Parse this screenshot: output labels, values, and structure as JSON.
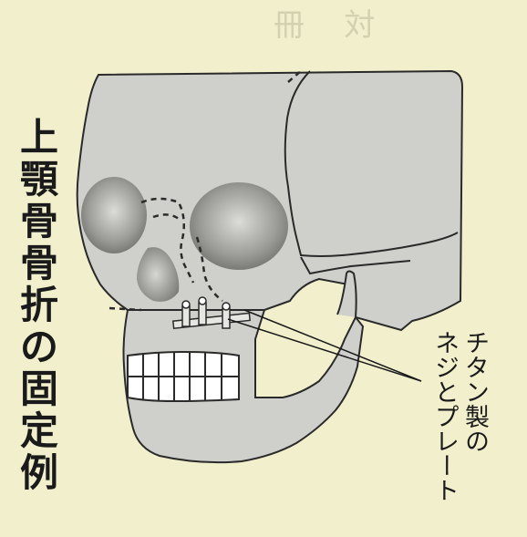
{
  "title_chars": [
    "上",
    "顎",
    "骨",
    "骨",
    "折",
    "の",
    "固",
    "定",
    "例"
  ],
  "label_col1": "チタン製の",
  "label_col2": "ネジとプレート",
  "colors": {
    "background": "#f2efcd",
    "skull_fill": "#cfcfcc",
    "outline": "#2a2a2a",
    "socket": "#7f7f7f"
  }
}
